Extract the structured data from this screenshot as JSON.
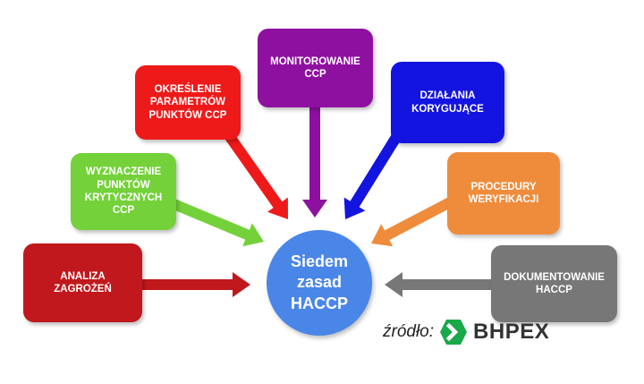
{
  "center": {
    "text": "Siedem\nzasad\nHACCP",
    "color": "#4a86e8"
  },
  "principles": [
    {
      "id": "analiza",
      "text": "ANALIZA\nZAGROŻEŃ",
      "color": "#c0181d"
    },
    {
      "id": "wyznaczenie",
      "text": "WYZNACZENIE\nPUNKTÓW\nKRYTYCZNYCH\nCCP",
      "color": "#74d13a"
    },
    {
      "id": "okreslenie",
      "text": "OKREŚLENIE\nPARAMETRÓW\nPUNKTÓW CCP",
      "color": "#ee1a1a"
    },
    {
      "id": "monitorowanie",
      "text": "MONITOROWANIE\nCCP",
      "color": "#8e10a0"
    },
    {
      "id": "dzialania",
      "text": "DZIAŁANIA\nKORYGUJĄCE",
      "color": "#1414e0"
    },
    {
      "id": "procedury",
      "text": "PROCEDURY\nWERYFIKACJI",
      "color": "#ef8c3c"
    },
    {
      "id": "dokumentowanie",
      "text": "DOKUMENTOWANIE\nHACCP",
      "color": "#777777"
    }
  ],
  "source": {
    "label": "źródło:",
    "logo_text": "BHPEX",
    "logo_color": "#1aa84a"
  }
}
